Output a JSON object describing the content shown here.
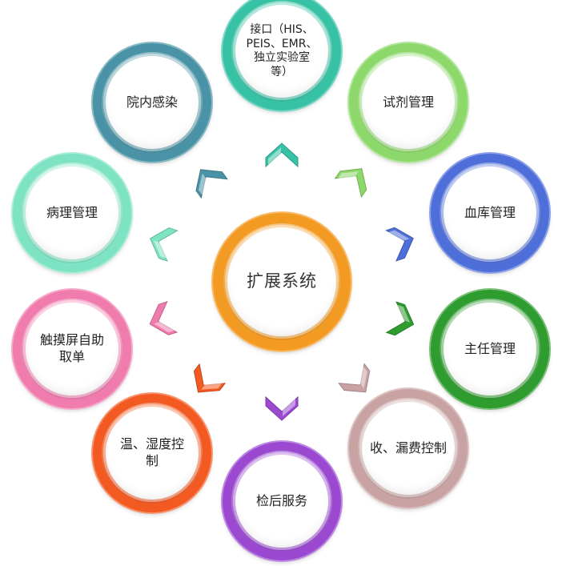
{
  "center": {
    "label": "扩展系统",
    "color": "#F39A22"
  },
  "nodes": [
    {
      "id": "interface",
      "label": "接口（HIS、\nPEIS、EMR、\n独立实验室\n等）",
      "color": "#37C1A5",
      "small": true
    },
    {
      "id": "reagent",
      "label": "试剂管理",
      "color": "#8DD86A"
    },
    {
      "id": "blood-bank",
      "label": "血库管理",
      "color": "#4E6FD9"
    },
    {
      "id": "director",
      "label": "主任管理",
      "color": "#2F9C2F"
    },
    {
      "id": "fee-control",
      "label": "收、漏费控制",
      "color": "#C9A3A3"
    },
    {
      "id": "post-test",
      "label": "检后服务",
      "color": "#9B49D1"
    },
    {
      "id": "temp-humidity",
      "label": "温、湿度控\n制",
      "color": "#F35A22"
    },
    {
      "id": "kiosk",
      "label": "触摸屏自助\n取单",
      "color": "#F07BAD"
    },
    {
      "id": "pathology",
      "label": "病理管理",
      "color": "#7DE3C3"
    },
    {
      "id": "infection",
      "label": "院内感染",
      "color": "#4A93A6"
    }
  ],
  "arrows": [
    {
      "id": "interface",
      "color": "#37C1A5"
    },
    {
      "id": "reagent",
      "color": "#8DD86A"
    },
    {
      "id": "blood-bank",
      "color": "#4E6FD9"
    },
    {
      "id": "director",
      "color": "#2F9C2F"
    },
    {
      "id": "fee-control",
      "color": "#C9A3A3"
    },
    {
      "id": "post-test",
      "color": "#9B49D1"
    },
    {
      "id": "temp-humidity",
      "color": "#F35A22"
    },
    {
      "id": "kiosk",
      "color": "#F07BAD"
    },
    {
      "id": "pathology",
      "color": "#7DE3C3"
    },
    {
      "id": "infection",
      "color": "#4A93A6"
    }
  ]
}
